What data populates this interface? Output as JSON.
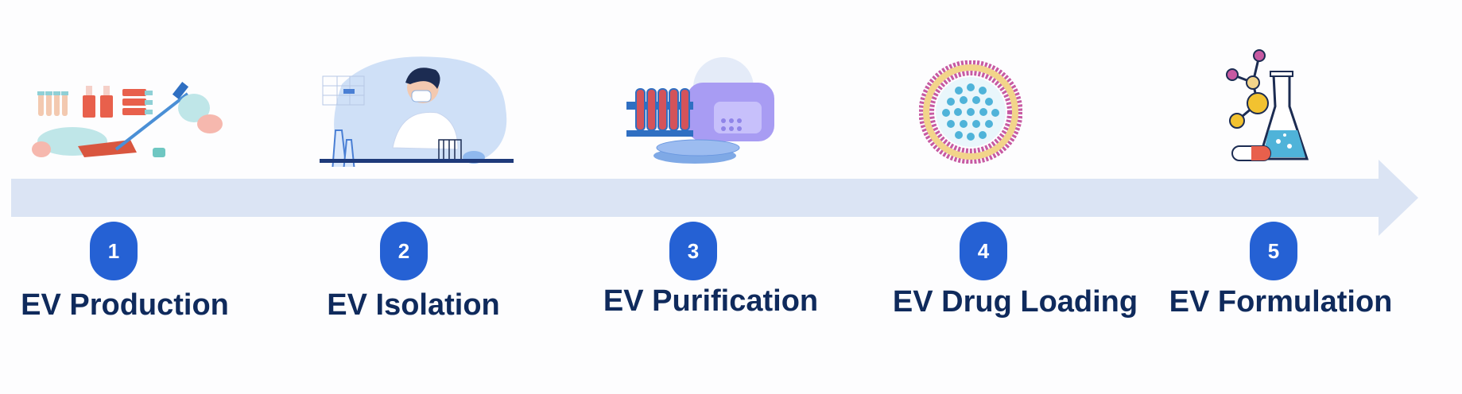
{
  "colors": {
    "background": "#fdfdfe",
    "arrow": "#dbe4f4",
    "badge": "#2561d4",
    "badge_text": "#ffffff",
    "label_text": "#0f2a5c"
  },
  "steps": [
    {
      "number": "1",
      "label": "EV Production",
      "icon": "cell-culture-icon"
    },
    {
      "number": "2",
      "label": "EV Isolation",
      "icon": "scientist-icon"
    },
    {
      "number": "3",
      "label": "EV Purification",
      "icon": "lab-equipment-icon"
    },
    {
      "number": "4",
      "label": "EV Drug Loading",
      "icon": "vesicle-icon"
    },
    {
      "number": "5",
      "label": "EV Formulation",
      "icon": "flask-molecule-icon"
    }
  ]
}
